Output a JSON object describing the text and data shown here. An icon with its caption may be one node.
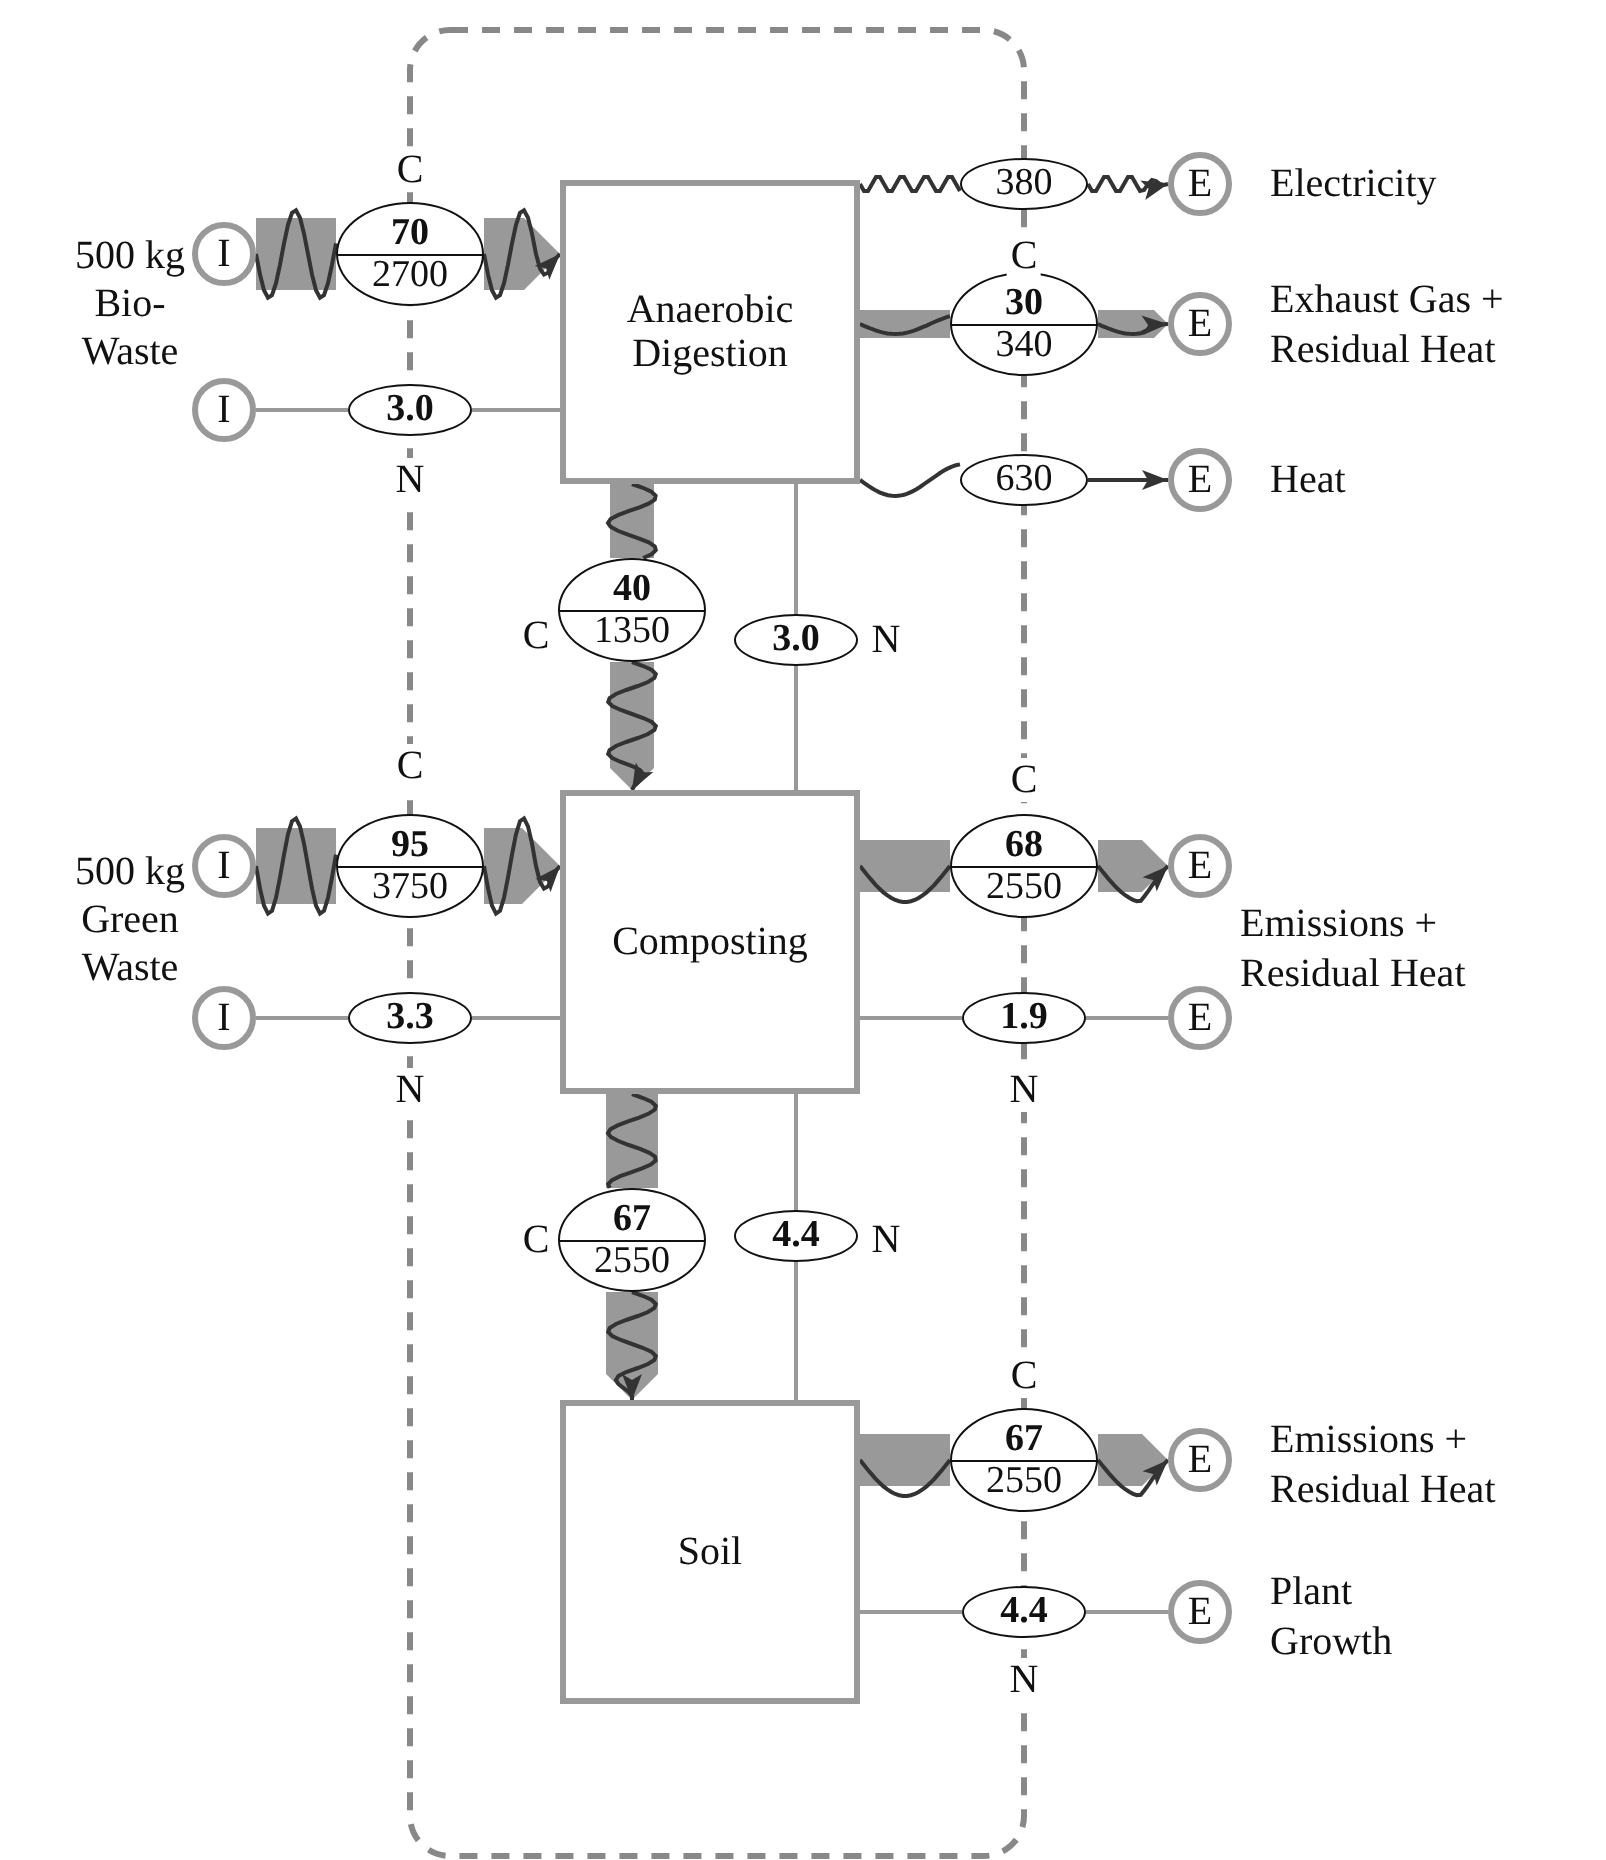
{
  "diagram": {
    "nodes": [
      {
        "text": [
          "I"
        ]
      },
      {
        "text": [
          "70",
          "2700"
        ]
      },
      {
        "text": [
          "Anaerobic Digestion"
        ]
      },
      {
        "text": [
          "380"
        ]
      },
      {
        "text": [
          "E"
        ],
        "beside": [
          "Electricity"
        ]
      },
      {
        "text": [
          "30",
          "340"
        ]
      },
      {
        "text": [
          "E"
        ],
        "beside": [
          "Exhaust Gas + Residual Heat"
        ]
      },
      {
        "text": [
          "I"
        ]
      },
      {
        "text": [
          "3.0"
        ]
      },
      {
        "text": [
          "630"
        ]
      },
      {
        "text": [
          "E"
        ],
        "beside": [
          "Heat"
        ]
      },
      {
        "text": [
          "40",
          "1350"
        ]
      },
      {
        "text": [
          "3.0"
        ]
      },
      {
        "text": [
          "I"
        ]
      },
      {
        "text": [
          "95",
          "3750"
        ]
      },
      {
        "text": [
          "Composting"
        ]
      },
      {
        "text": [
          "68",
          "2550"
        ]
      },
      {
        "text": [
          "E"
        ],
        "beside": [
          "Emissions + Residual Heat"
        ]
      },
      {
        "text": [
          "I"
        ]
      },
      {
        "text": [
          "3.3"
        ]
      },
      {
        "text": [
          "1.9"
        ]
      },
      {
        "text": [
          "E"
        ]
      },
      {
        "text": [
          "67",
          "2550"
        ]
      },
      {
        "text": [
          "4.4"
        ]
      },
      {
        "text": [
          "Soil"
        ]
      },
      {
        "text": [
          "67",
          "2550"
        ]
      },
      {
        "text": [
          "E"
        ],
        "beside": [
          "Emissions + Residual Heat"
        ]
      },
      {
        "text": [
          "4.4"
        ]
      },
      {
        "text": [
          "E"
        ],
        "beside": [
          "Plant Growth"
        ]
      }
    ],
    "edges": [
      {
        "from": 0,
        "to": 1,
        "arrow": "none",
        "style": "thick"
      },
      {
        "from": 1,
        "to": 2,
        "arrow": "to",
        "style": "thick"
      },
      {
        "from": 2,
        "to": 3,
        "arrow": "none",
        "color": "#333333"
      },
      {
        "from": 3,
        "to": 4,
        "arrow": "to",
        "color": "#333333"
      },
      {
        "from": 2,
        "to": 5,
        "arrow": "none",
        "style": "thick"
      },
      {
        "from": 5,
        "to": 6,
        "arrow": "to",
        "style": "thick"
      },
      {
        "from": 7,
        "to": 8,
        "arrow": "none"
      },
      {
        "from": 8,
        "to": 2,
        "arrow": "none"
      },
      {
        "from": 2,
        "to": 9,
        "arrow": "none",
        "color": "#333333"
      },
      {
        "from": 9,
        "to": 10,
        "arrow": "to",
        "color": "#333333"
      },
      {
        "from": 2,
        "to": 11,
        "arrow": "none",
        "style": "thick"
      },
      {
        "from": 11,
        "to": 15,
        "arrow": "to",
        "style": "thick"
      },
      {
        "from": 2,
        "to": 12,
        "arrow": "none"
      },
      {
        "from": 12,
        "to": 15,
        "arrow": "none"
      },
      {
        "from": 13,
        "to": 14,
        "arrow": "none",
        "style": "thick"
      },
      {
        "from": 14,
        "to": 15,
        "arrow": "to",
        "style": "thick"
      },
      {
        "from": 15,
        "to": 16,
        "arrow": "none",
        "style": "thick"
      },
      {
        "from": 16,
        "to": 17,
        "arrow": "to",
        "style": "thick"
      },
      {
        "from": 18,
        "to": 19,
        "arrow": "none"
      },
      {
        "from": 19,
        "to": 15,
        "arrow": "none"
      },
      {
        "from": 15,
        "to": 20,
        "arrow": "none"
      },
      {
        "from": 20,
        "to": 21,
        "arrow": "none"
      },
      {
        "from": 15,
        "to": 22,
        "arrow": "none",
        "style": "thick"
      },
      {
        "from": 22,
        "to": 24,
        "arrow": "to",
        "style": "thick"
      },
      {
        "from": 15,
        "to": 23,
        "arrow": "none"
      },
      {
        "from": 23,
        "to": 24,
        "arrow": "none"
      },
      {
        "from": 24,
        "to": 25,
        "arrow": "none",
        "style": "thick"
      },
      {
        "from": 25,
        "to": 26,
        "arrow": "to",
        "style": "thick"
      },
      {
        "from": 24,
        "to": 27,
        "arrow": "none"
      },
      {
        "from": 27,
        "to": 28,
        "arrow": "none"
      }
    ],
    "labels": [
      "C",
      "C",
      "500 kg Bio-Waste",
      "N",
      "C",
      "N",
      "C",
      "C",
      "500 kg Green Waste",
      "N",
      "N",
      "C",
      "N",
      "C",
      "N"
    ]
  }
}
